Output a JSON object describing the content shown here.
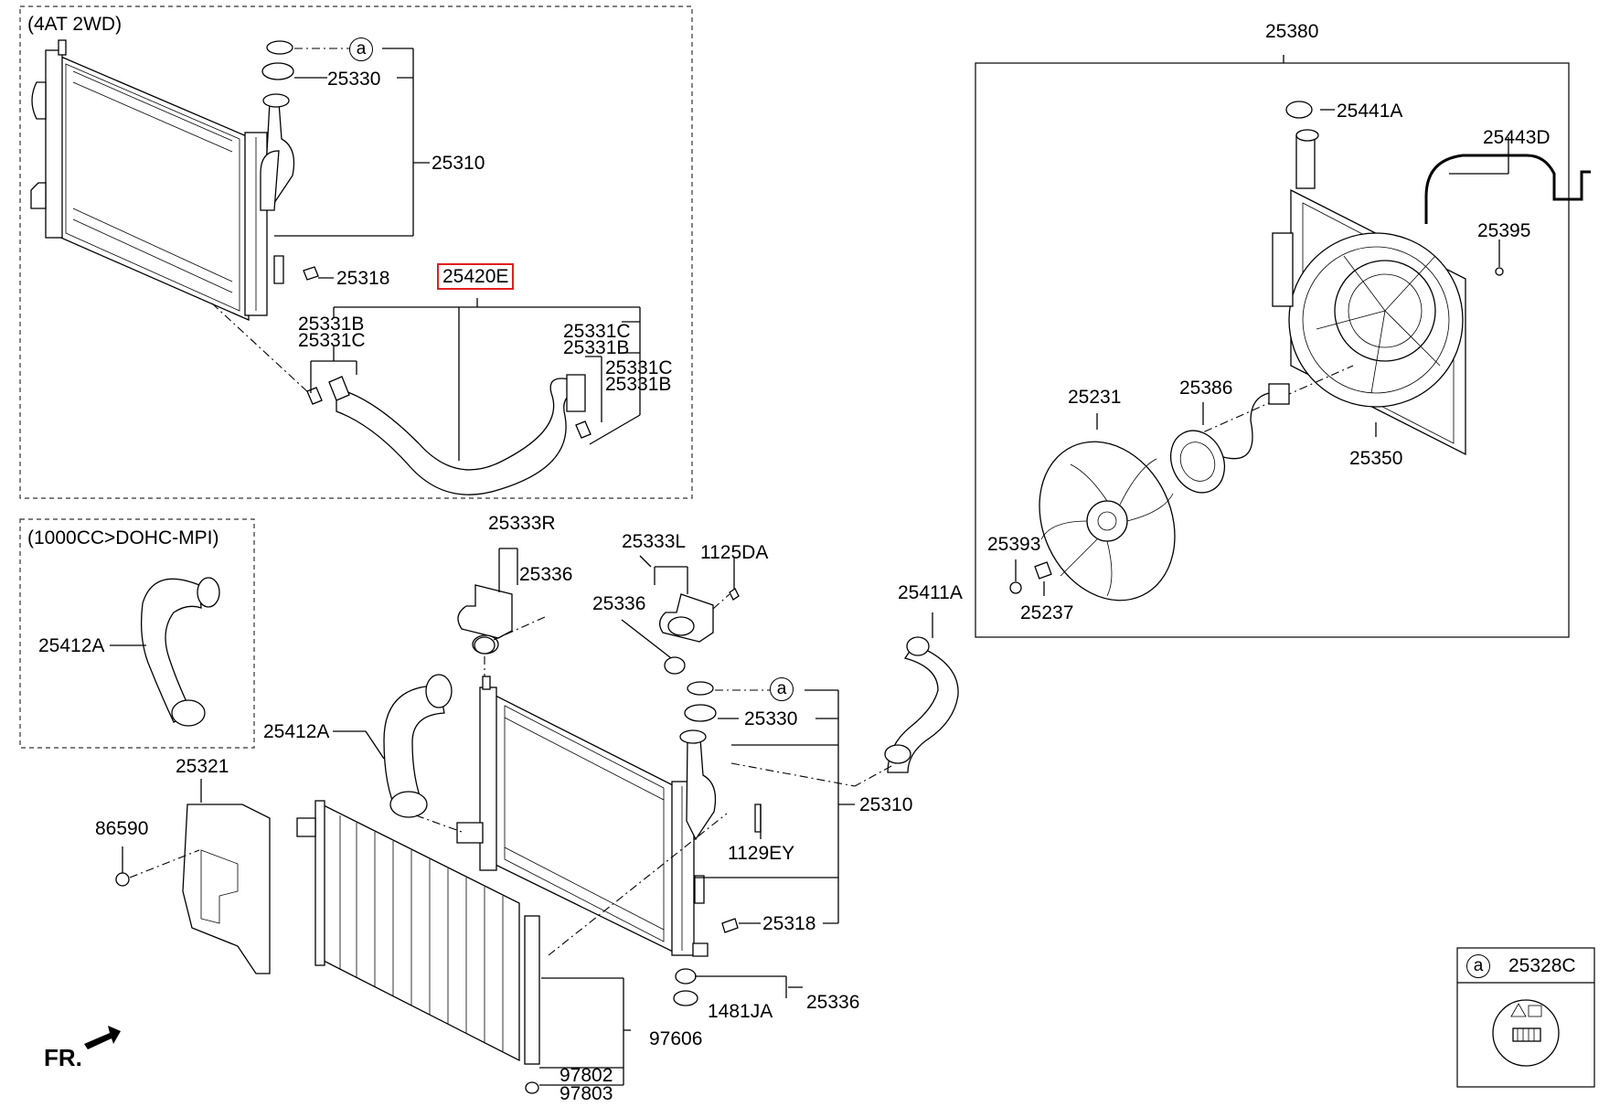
{
  "sections": {
    "radiator_4at": "(4AT 2WD)",
    "engine_1000cc": "(1000CC>DOHC-MPI)"
  },
  "callouts": {
    "top_a": "a",
    "top_25330": "25330",
    "top_25310": "25310",
    "top_25318": "25318",
    "top_25420E": "25420E",
    "top_25331B_1": "25331B",
    "top_25331C_1": "25331C",
    "top_25331C_2": "25331C",
    "top_25331B_2": "25331B",
    "top_25331C_3": "25331C",
    "top_25331B_3": "25331B",
    "fan_25380": "25380",
    "fan_25441A": "25441A",
    "fan_25443D": "25443D",
    "fan_25395": "25395",
    "fan_25231": "25231",
    "fan_25386": "25386",
    "fan_25350": "25350",
    "fan_25393": "25393",
    "fan_25237": "25237",
    "hose_25412A_1": "25412A",
    "hose_25412A_2": "25412A",
    "hose_25411A": "25411A",
    "mid_25333R": "25333R",
    "mid_25336_1": "25336",
    "mid_25333L": "25333L",
    "mid_1125DA": "1125DA",
    "mid_25336_2": "25336",
    "mid_a": "a",
    "mid_25330": "25330",
    "mid_25310": "25310",
    "mid_25321": "25321",
    "mid_86590": "86590",
    "mid_1129EY": "1129EY",
    "mid_25318": "25318",
    "mid_25336_3": "25336",
    "mid_1481JA": "1481JA",
    "mid_97606": "97606",
    "mid_97802": "97802",
    "mid_97803": "97803",
    "legend_a": "a",
    "legend_25328C": "25328C",
    "front": "FR."
  }
}
